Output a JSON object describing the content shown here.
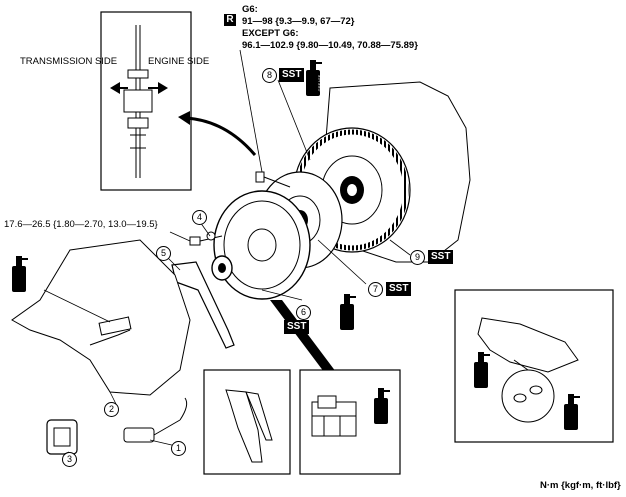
{
  "torque_g6": {
    "badge": "R",
    "g6_label": "G6:",
    "g6_value": "91—98 {9.3—9.9, 67—72}",
    "except_label": "EXCEPT G6:",
    "except_value": "96.1—102.9 {9.80—10.49, 70.88—75.89}"
  },
  "torque_bolt": "17.6—26.5 {1.80—2.70, 13.0—19.5}",
  "inset_labels": {
    "transmission_side": "TRANSMISSION SIDE",
    "engine_side": "ENGINE SIDE"
  },
  "callouts": [
    "1",
    "2",
    "3",
    "4",
    "5",
    "6",
    "7",
    "8",
    "9"
  ],
  "sst_label": "SST",
  "grease_label": "GREASE",
  "units": "N·m {kgf·m, ft·lbf}",
  "colors": {
    "ink": "#000000",
    "paper": "#ffffff"
  }
}
